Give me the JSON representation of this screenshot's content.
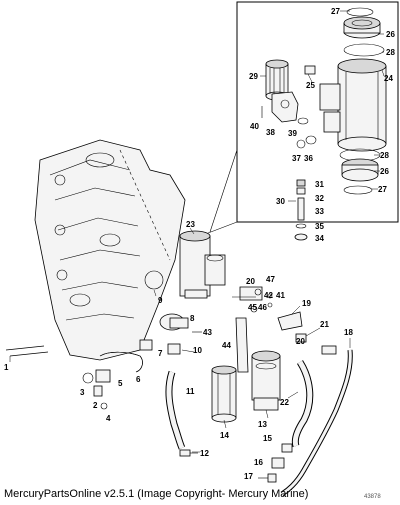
{
  "caption": "MercuryPartsOnline v2.5.1 (Image Copyright- Mercury Marine)",
  "drawing_number": "43878",
  "callouts": {
    "c1": "1",
    "c2": "2",
    "c3": "3",
    "c4": "4",
    "c5": "5",
    "c6": "6",
    "c7": "7",
    "c8": "8",
    "c9": "9",
    "c10": "10",
    "c11": "11",
    "c12": "12",
    "c13": "13",
    "c14": "14",
    "c15": "15",
    "c16": "16",
    "c17": "17",
    "c18": "18",
    "c19": "19",
    "c20": "20",
    "c20b": "20",
    "c21": "21",
    "c22": "22",
    "c23": "23",
    "c24": "24",
    "c25": "25",
    "c26": "26",
    "c26b": "26",
    "c27": "27",
    "c27b": "27",
    "c28": "28",
    "c28b": "28",
    "c29": "29",
    "c30": "30",
    "c31": "31",
    "c32": "32",
    "c33": "33",
    "c34": "34",
    "c35": "35",
    "c36": "36",
    "c37": "37",
    "c38": "38",
    "c39": "39",
    "c40": "40",
    "c41": "41",
    "c42": "42",
    "c43": "43",
    "c44": "44",
    "c45": "45",
    "c46": "46",
    "c47": "47"
  }
}
